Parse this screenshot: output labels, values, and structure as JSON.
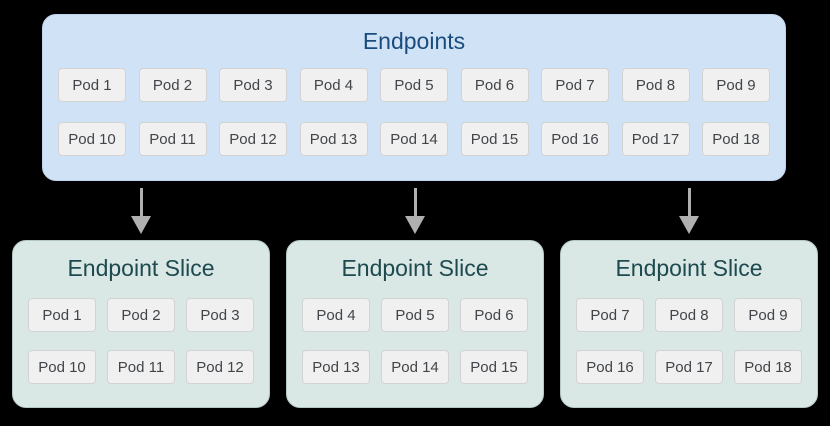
{
  "endpoints": {
    "title": "Endpoints",
    "rows": [
      [
        "Pod 1",
        "Pod 2",
        "Pod 3",
        "Pod 4",
        "Pod 5",
        "Pod 6",
        "Pod 7",
        "Pod 8",
        "Pod 9"
      ],
      [
        "Pod 10",
        "Pod 11",
        "Pod 12",
        "Pod 13",
        "Pod 14",
        "Pod 15",
        "Pod 16",
        "Pod 17",
        "Pod 18"
      ]
    ]
  },
  "slices": [
    {
      "title": "Endpoint Slice",
      "rows": [
        [
          "Pod 1",
          "Pod 2",
          "Pod 3"
        ],
        [
          "Pod 10",
          "Pod 11",
          "Pod 12"
        ]
      ]
    },
    {
      "title": "Endpoint Slice",
      "rows": [
        [
          "Pod 4",
          "Pod 5",
          "Pod 6"
        ],
        [
          "Pod 13",
          "Pod 14",
          "Pod 15"
        ]
      ]
    },
    {
      "title": "Endpoint Slice",
      "rows": [
        [
          "Pod 7",
          "Pod 8",
          "Pod 9"
        ],
        [
          "Pod 16",
          "Pod 17",
          "Pod 18"
        ]
      ]
    }
  ],
  "colors": {
    "background": "#000000",
    "endpoints_box_fill": "#d0e2f5",
    "endpoints_title_text": "#1a4d7e",
    "slice_box_fill": "#d9e7e5",
    "slice_box_border": "#b3c7c6",
    "slice_title_text": "#1e4a4f",
    "pod_chip_fill": "#f0f0f0",
    "pod_chip_border": "#d3d3d3",
    "pod_chip_text": "#414549",
    "arrow": "#b0b0b0"
  }
}
